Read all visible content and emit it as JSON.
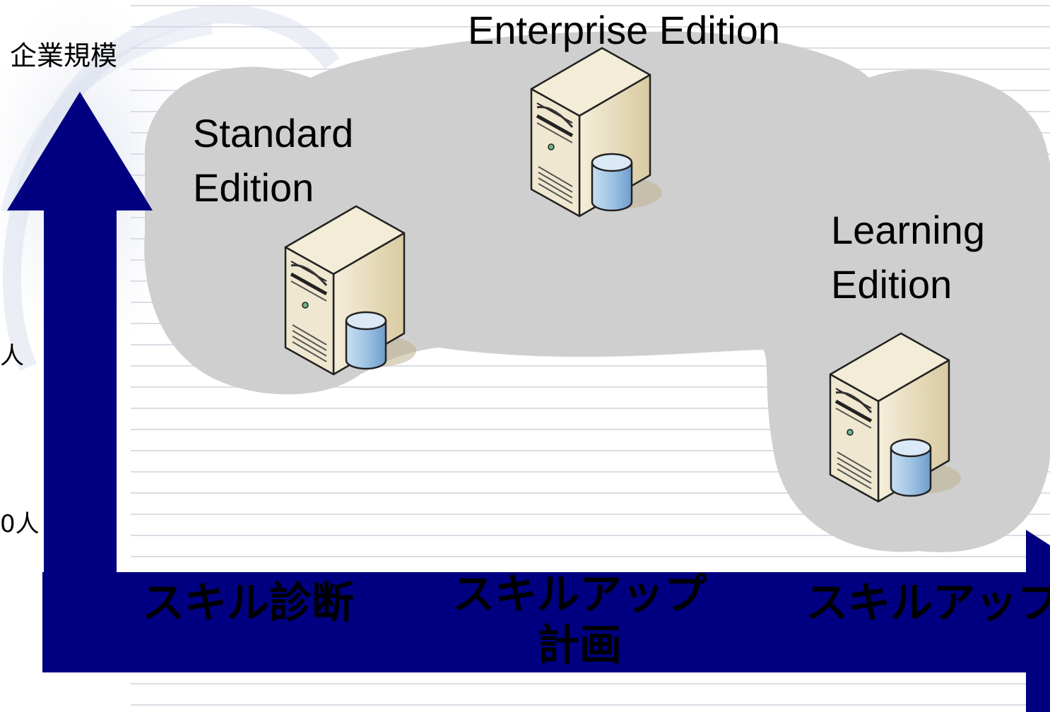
{
  "axis": {
    "y_title": "企業規模",
    "y_ticks": [
      "人",
      "0人"
    ],
    "x_stages": [
      "スキル診断",
      "スキルアップ\n計画",
      "スキルアップ"
    ]
  },
  "editions": [
    {
      "name": "Enterprise Edition"
    },
    {
      "name": "Standard\nEdition"
    },
    {
      "name": "Learning\nEdition"
    }
  ],
  "colors": {
    "arrow": "#000080",
    "cloud": "#cfcfcf",
    "rule_lines": "#dcdce6",
    "server_front": "#e6dcbf",
    "server_side": "#c9b88c",
    "database": "#9fc4e4"
  }
}
